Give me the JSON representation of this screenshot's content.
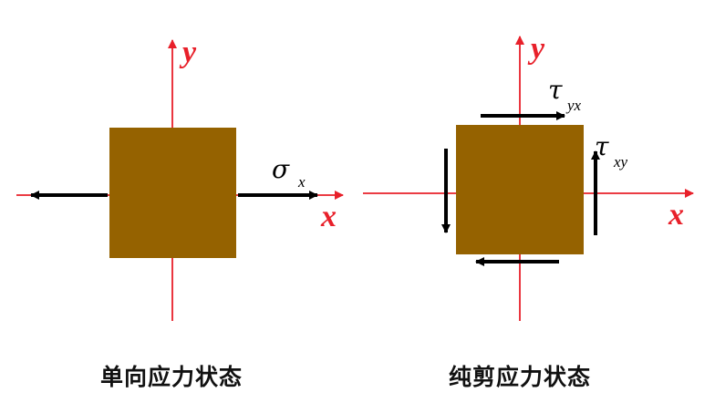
{
  "colors": {
    "axis": "#e8202a",
    "block": "#956200",
    "arrow": "#000000",
    "caption": "#111111"
  },
  "left_panel": {
    "axis_x_label": "x",
    "axis_y_label": "y",
    "stress_symbol": "σ",
    "stress_subscript": "x",
    "caption": "单向应力状态"
  },
  "right_panel": {
    "axis_x_label": "x",
    "axis_y_label": "y",
    "shear_top_symbol": "τ",
    "shear_top_subscript": "yx",
    "shear_right_symbol": "τ",
    "shear_right_subscript": "xy",
    "caption": "纯剪应力状态"
  }
}
